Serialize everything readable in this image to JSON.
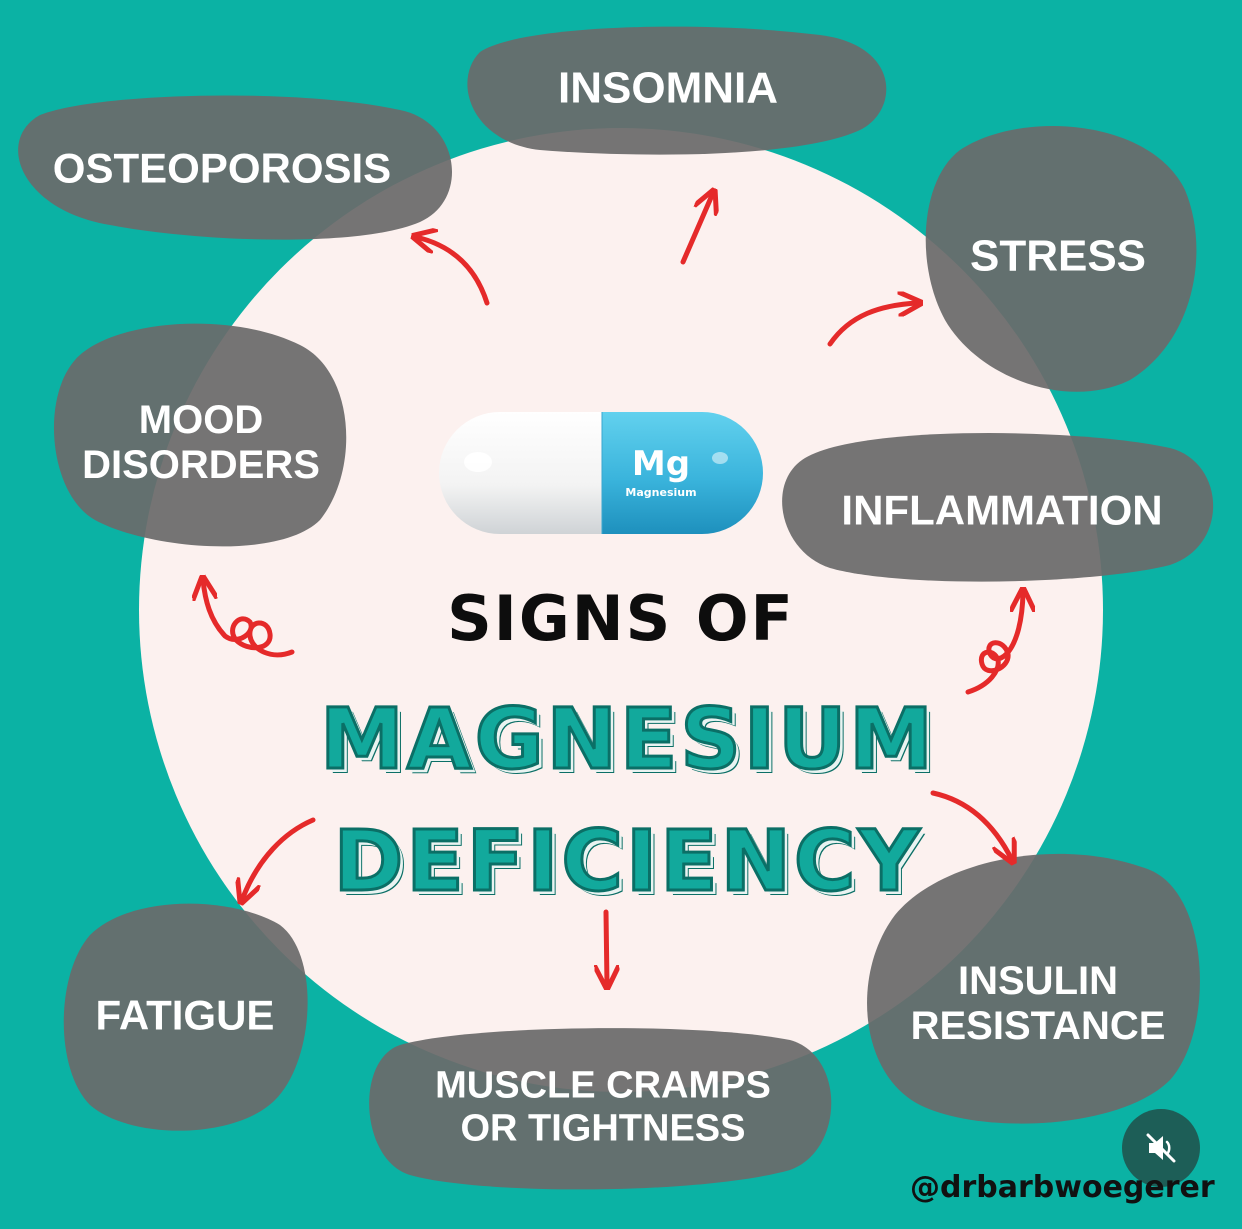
{
  "title": {
    "line1": "SIGNS OF",
    "line2": "MAGNESIUM",
    "line3": "DEFICIENCY"
  },
  "pill": {
    "symbol": "Mg",
    "name": "Magnesium"
  },
  "signs": {
    "insomnia": "INSOMNIA",
    "osteoporosis": "OSTEOPOROSIS",
    "stress": "STRESS",
    "mood_line1": "MOOD",
    "mood_line2": "DISORDERS",
    "inflammation": "INFLAMMATION",
    "fatigue": "FATIGUE",
    "insulin_line1": "INSULIN",
    "insulin_line2": "RESISTANCE",
    "muscle_line1": "MUSCLE CRAMPS",
    "muscle_line2": "OR TIGHTNESS"
  },
  "handle": "@drbarbwoegerer",
  "colors": {
    "background": "#0bb2a4",
    "circle": "#fcf1ef",
    "blob": "#6b6b6b",
    "arrow": "#e52a2a",
    "title_teal": "#12a99c"
  },
  "icons": {
    "mute": "speaker-muted-icon"
  }
}
